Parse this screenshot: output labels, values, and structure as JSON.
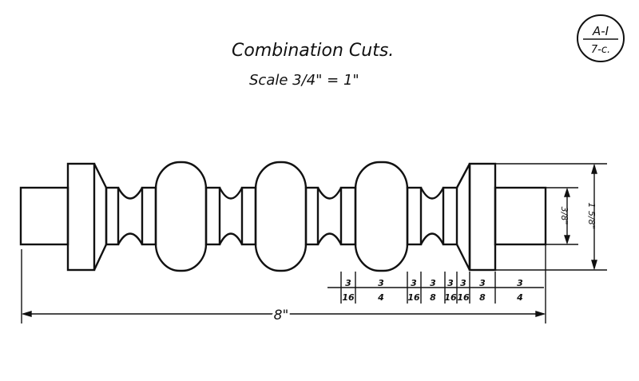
{
  "title": "Combination Cuts.",
  "scale": {
    "label": "Scale",
    "value": "3/4\" = 1\""
  },
  "sheet_badge": {
    "top": "A-I",
    "bottom": "7-c."
  },
  "dimensions": {
    "overall_length": "8\"",
    "segments": [
      {
        "num": "3",
        "den": "16"
      },
      {
        "num": "3",
        "den": "4"
      },
      {
        "num": "3",
        "den": "16"
      },
      {
        "num": "3",
        "den": "8"
      },
      {
        "num": "3",
        "den": "16"
      },
      {
        "num": "3",
        "den": "16"
      },
      {
        "num": "3",
        "den": "8"
      },
      {
        "num": "3",
        "den": "4"
      }
    ],
    "stub_diameter": "3/8\"",
    "collar_diameter": "1 5/8\""
  }
}
